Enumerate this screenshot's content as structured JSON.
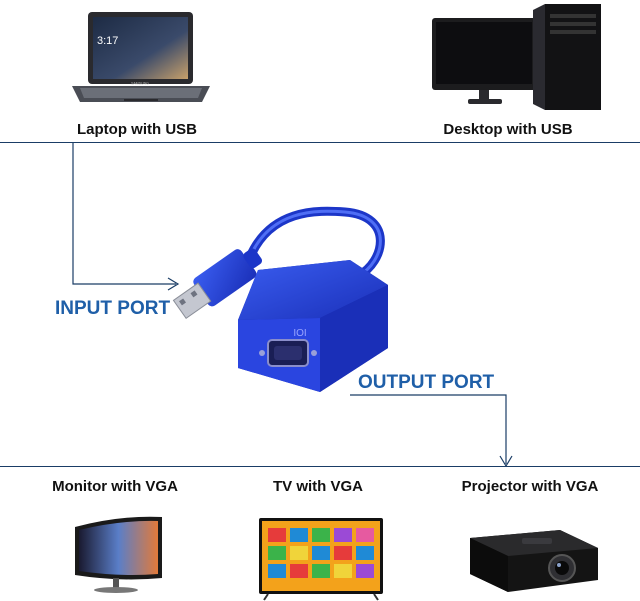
{
  "sources": {
    "laptop_label": "Laptop with USB",
    "desktop_label": "Desktop with USB"
  },
  "ports": {
    "input_label": "INPUT PORT",
    "output_label": "OUTPUT PORT"
  },
  "outputs": {
    "monitor_label": "Monitor with VGA",
    "tv_label": "TV with VGA",
    "projector_label": "Projector with VGA"
  },
  "screens": {
    "laptop_clock": "3:17",
    "laptop_brand": "SAMSUNG"
  },
  "colors": {
    "adapter_blue": "#1f3fd6",
    "port_text": "#1f5fa8",
    "rule_line": "#1a3d66"
  }
}
